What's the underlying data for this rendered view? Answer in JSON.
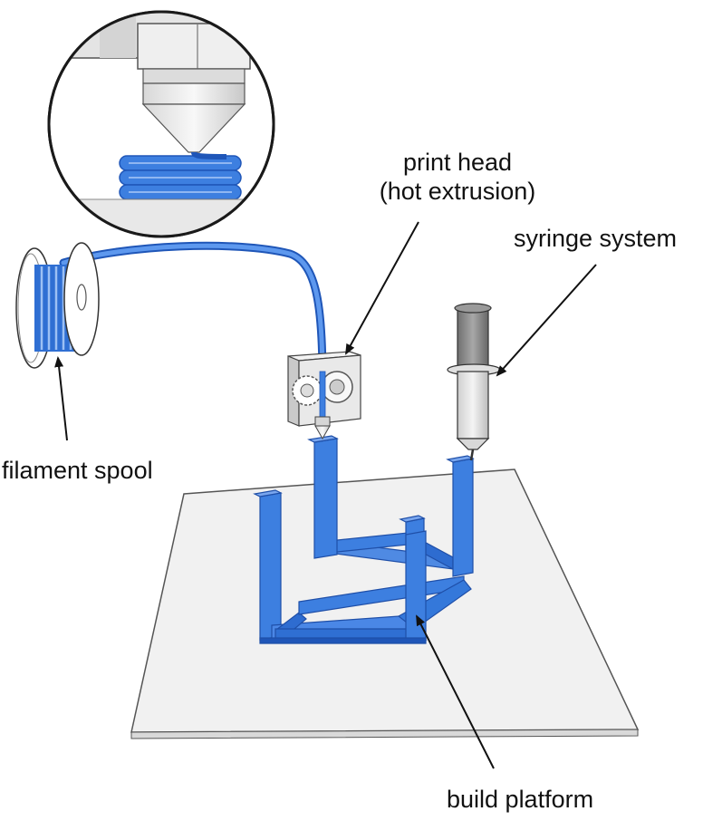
{
  "labels": {
    "print_head_line1": "print head",
    "print_head_line2": "(hot extrusion)",
    "syringe_system": "syringe system",
    "filament_spool": "filament spool",
    "build_platform": "build platform"
  },
  "colors": {
    "filament": "#3d7fe0",
    "filament_dark": "#1f56b8",
    "platform": "#f2f2f2",
    "metal": "#e6e6e6",
    "outline": "#222222"
  },
  "icons": {
    "inset": "nozzle-detail-icon",
    "spool": "filament-spool-icon",
    "head": "print-head-icon",
    "syringe": "syringe-icon",
    "frame": "printed-frame-icon",
    "platform": "build-platform-icon"
  }
}
